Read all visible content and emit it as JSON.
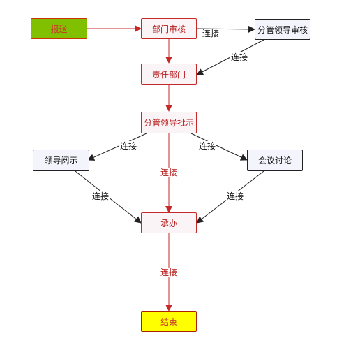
{
  "nodes": {
    "report": "报送",
    "dept_review": "部门审核",
    "leader_review": "分管领导审核",
    "responsible_dept": "责任部门",
    "leader_approve": "分管领导批示",
    "leader_read": "领导阅示",
    "meeting": "会议讨论",
    "undertake": "承办",
    "end": "结束"
  },
  "edges": {
    "dept_to_leader_review": "连接",
    "leader_review_to_responsible": "连接",
    "approve_to_read": "连接",
    "approve_to_undertake": "连接",
    "approve_to_meeting": "连接",
    "read_to_undertake": "连接",
    "meeting_to_undertake": "连接",
    "undertake_to_end": "连接"
  },
  "colors": {
    "red_edge": "#c62828",
    "dark_edge": "#222222",
    "start_fill": "#80c000",
    "end_fill": "#ffff00"
  }
}
